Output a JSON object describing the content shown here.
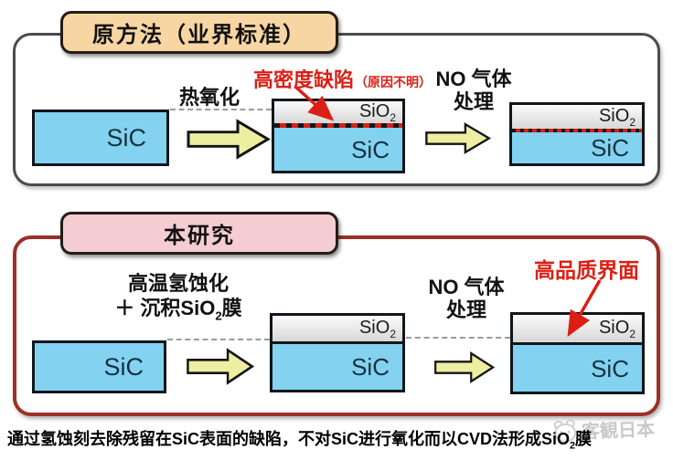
{
  "colors": {
    "accent_red": "#db1f14",
    "badge_original_bg": "#f7d6a3",
    "badge_study_bg": "#f5ccd2",
    "sic_blue": "#82d2f0",
    "sio2_gray": "#d9d9d9",
    "arrow_yellow": "#eeeea2",
    "panel_original_border": "#4b4b50",
    "panel_study_border": "#9e2f28"
  },
  "materials": {
    "sic_label": "SiC",
    "sio2_prefix": "SiO",
    "sio2_sub": "2"
  },
  "original_method": {
    "badge_label": "原方法（业界标准）",
    "step1_label": "热氧化",
    "defect_label": "高密度缺陷",
    "defect_note": "（原因不明）",
    "gas_label_line1": "NO 气体",
    "gas_label_line2": "处理"
  },
  "this_study": {
    "badge_label": "本研究",
    "step1_line1": "高温氢蚀化",
    "step1_line2_prefix": "＋ 沉积SiO",
    "step1_line2_sub": "2",
    "step1_line2_suffix": "膜",
    "gas_label_line1": "NO 气体",
    "gas_label_line2": "处理",
    "quality_label": "高品质界面"
  },
  "caption": {
    "prefix": "通过氢蚀刻去除残留在SiC表面的缺陷，不对SiC进行氧化而以CVD法形成SiO",
    "sub": "2",
    "suffix": "膜"
  },
  "watermark": {
    "label": "客観日本"
  }
}
